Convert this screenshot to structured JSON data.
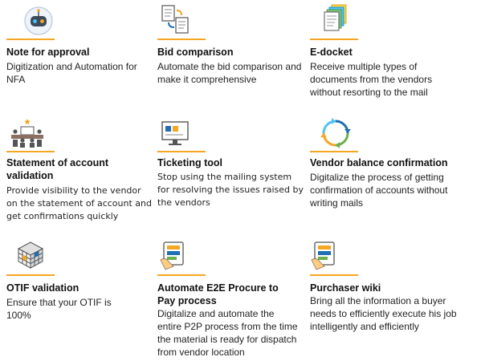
{
  "colors": {
    "accent": "#f5a623",
    "blue": "#1f6fb2",
    "green": "#6ab04c"
  },
  "cards": [
    {
      "icon": "robot-icon",
      "title": "Note for approval",
      "desc": "Digitization and Automation for NFA"
    },
    {
      "icon": "documents-compare-icon",
      "title": "Bid comparison",
      "desc": "Automate the bid comparison and make it comprehensive"
    },
    {
      "icon": "document-stack-icon",
      "title": "E-docket",
      "desc": "Receive multiple types of documents from the vendors without resorting to the mail"
    },
    {
      "icon": "meeting-icon",
      "title": "Statement of account validation",
      "desc": "Provide visibility to the vendor on the statement of account and get confirmations quickly"
    },
    {
      "icon": "monitor-icon",
      "title": "Ticketing tool",
      "desc": "Stop using the mailing system for resolving the issues raised by the vendors"
    },
    {
      "icon": "refresh-cycle-icon",
      "title": "Vendor balance confirmation",
      "desc": "Digitalize the process of getting confirmation of accounts without writing mails"
    },
    {
      "icon": "cube-grid-icon",
      "title": "OTIF validation",
      "desc": "Ensure that your OTIF is 100%"
    },
    {
      "icon": "tablet-hand-icon",
      "title": "Automate E2E Procure to Pay process",
      "desc": "Digitalize and automate the entire P2P process from the time the material is ready for dispatch from vendor location"
    },
    {
      "icon": "tablet-hand-icon",
      "title": "Purchaser wiki",
      "desc": "Bring all the information a buyer needs to efficiently execute his job intelligently and efficiently"
    }
  ]
}
